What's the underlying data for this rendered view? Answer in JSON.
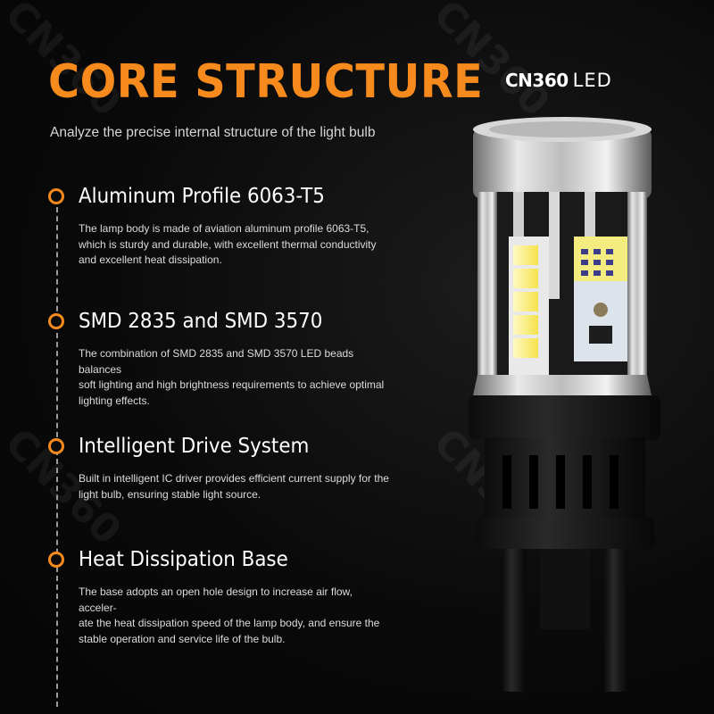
{
  "header": {
    "title": "CORE STRUCTURE",
    "subtitle": "Analyze the precise internal structure of the light bulb"
  },
  "brand": {
    "logo_text": "CN360",
    "suffix": "LED"
  },
  "colors": {
    "accent": "#F78A1D",
    "background": "#0A0A0A",
    "text": "#FFFFFF"
  },
  "features": [
    {
      "title": "Aluminum Profile 6063-T5",
      "description": "The lamp body is made of aviation aluminum profile 6063-T5,\nwhich is sturdy and durable, with excellent thermal conductivity\nand excellent heat dissipation."
    },
    {
      "title": "SMD 2835 and SMD 3570",
      "description": "The combination of SMD 2835 and SMD 3570 LED beads balances\nsoft lighting and high brightness requirements to achieve optimal\nlighting effects."
    },
    {
      "title": "Intelligent Drive System",
      "description": "Built in intelligent IC driver provides efficient current supply for the\nlight bulb, ensuring stable light source."
    },
    {
      "title": "Heat Dissipation Base",
      "description": "The base adopts an open hole design to increase air flow, acceler-\nate the heat dissipation speed of the lamp body, and ensure the\nstable operation and service life of the bulb."
    }
  ],
  "icons": {
    "bullet": "circle-bullet-icon",
    "product": "led-bulb-icon"
  }
}
